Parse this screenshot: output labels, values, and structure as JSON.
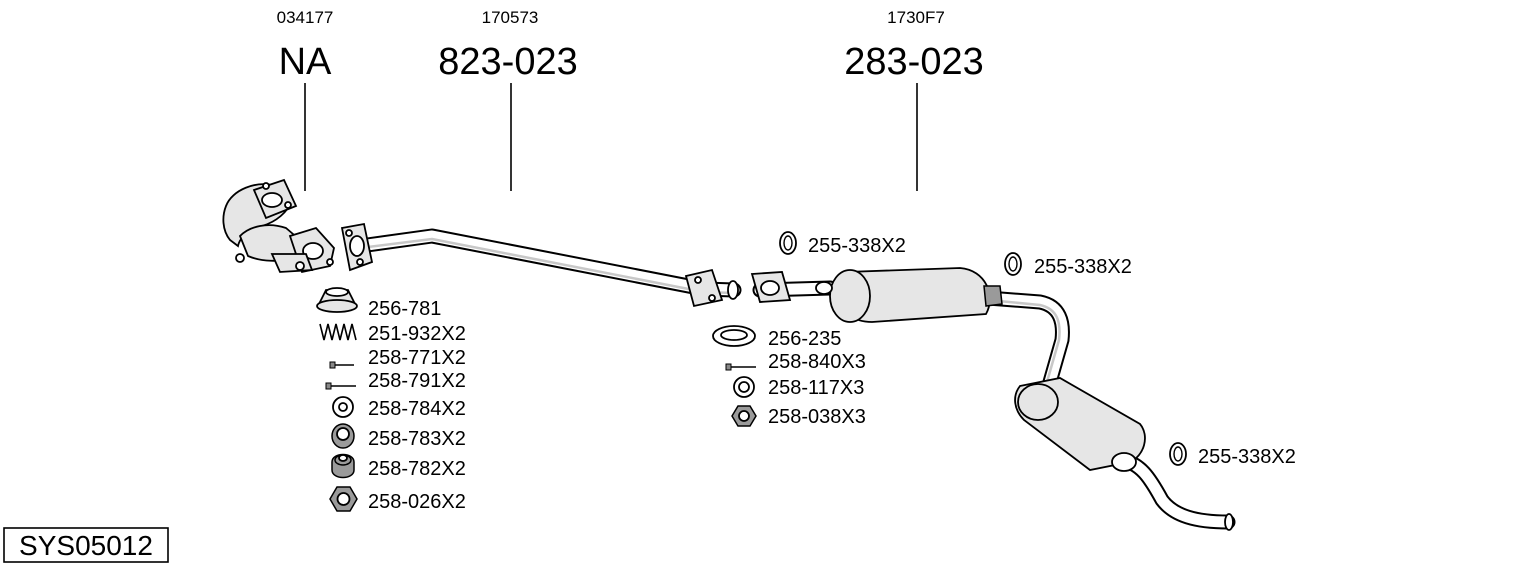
{
  "groups": [
    {
      "code": "034177",
      "part": "NA"
    },
    {
      "code": "170573",
      "part": "823-023"
    },
    {
      "code": "1730F7",
      "part": "283-023"
    }
  ],
  "fittings_left": [
    {
      "label": "256-781",
      "icon": "gasket-cone-icon"
    },
    {
      "label": "251-932X2",
      "icon": "spring-icon"
    },
    {
      "label": "258-771X2",
      "icon": "bolt-short-icon"
    },
    {
      "label": "258-791X2",
      "icon": "bolt-long-icon"
    },
    {
      "label": "258-784X2",
      "icon": "washer-icon"
    },
    {
      "label": "258-783X2",
      "icon": "sleeve-icon"
    },
    {
      "label": "258-782X2",
      "icon": "bushing-icon"
    },
    {
      "label": "258-026X2",
      "icon": "hex-nut-icon"
    }
  ],
  "fittings_middle": [
    {
      "label": "256-235",
      "icon": "ring-gasket-icon"
    },
    {
      "label": "258-840X3",
      "icon": "bolt-icon"
    },
    {
      "label": "258-117X3",
      "icon": "washer-icon"
    },
    {
      "label": "258-038X3",
      "icon": "hex-nut-icon"
    }
  ],
  "clamps": [
    {
      "label": "255-338X2",
      "icon": "rubber-mount-icon"
    },
    {
      "label": "255-338X2",
      "icon": "rubber-mount-icon"
    },
    {
      "label": "255-338X2",
      "icon": "rubber-mount-icon"
    }
  ],
  "system_id": "SYS05012"
}
